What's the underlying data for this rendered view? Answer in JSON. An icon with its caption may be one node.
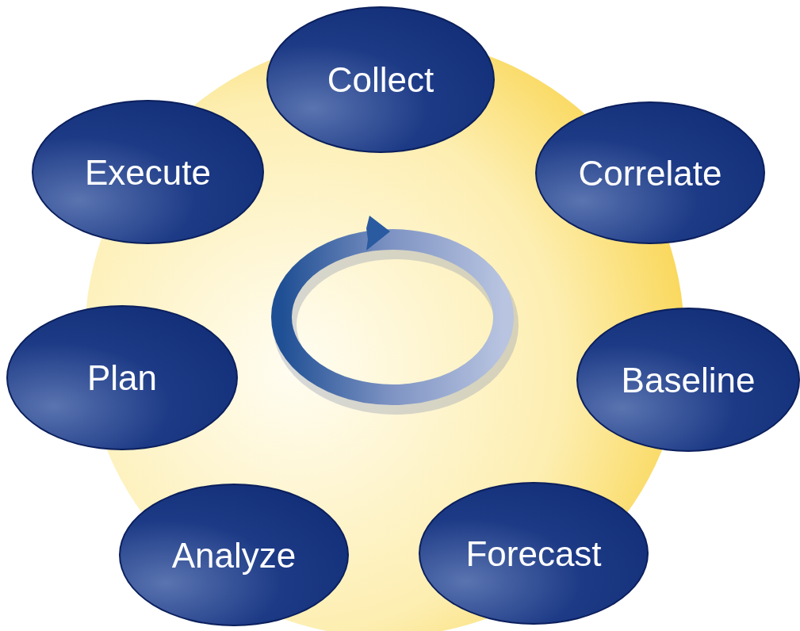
{
  "diagram": {
    "nodes": [
      {
        "text": [
          "Collect"
        ]
      },
      {
        "text": [
          "Execute"
        ]
      },
      {
        "text": [
          "Correlate"
        ]
      },
      {
        "text": [
          "Plan"
        ]
      },
      {
        "text": [
          "Baseline"
        ]
      },
      {
        "text": [
          "Analyze"
        ]
      },
      {
        "text": [
          "Forecast"
        ]
      }
    ]
  }
}
